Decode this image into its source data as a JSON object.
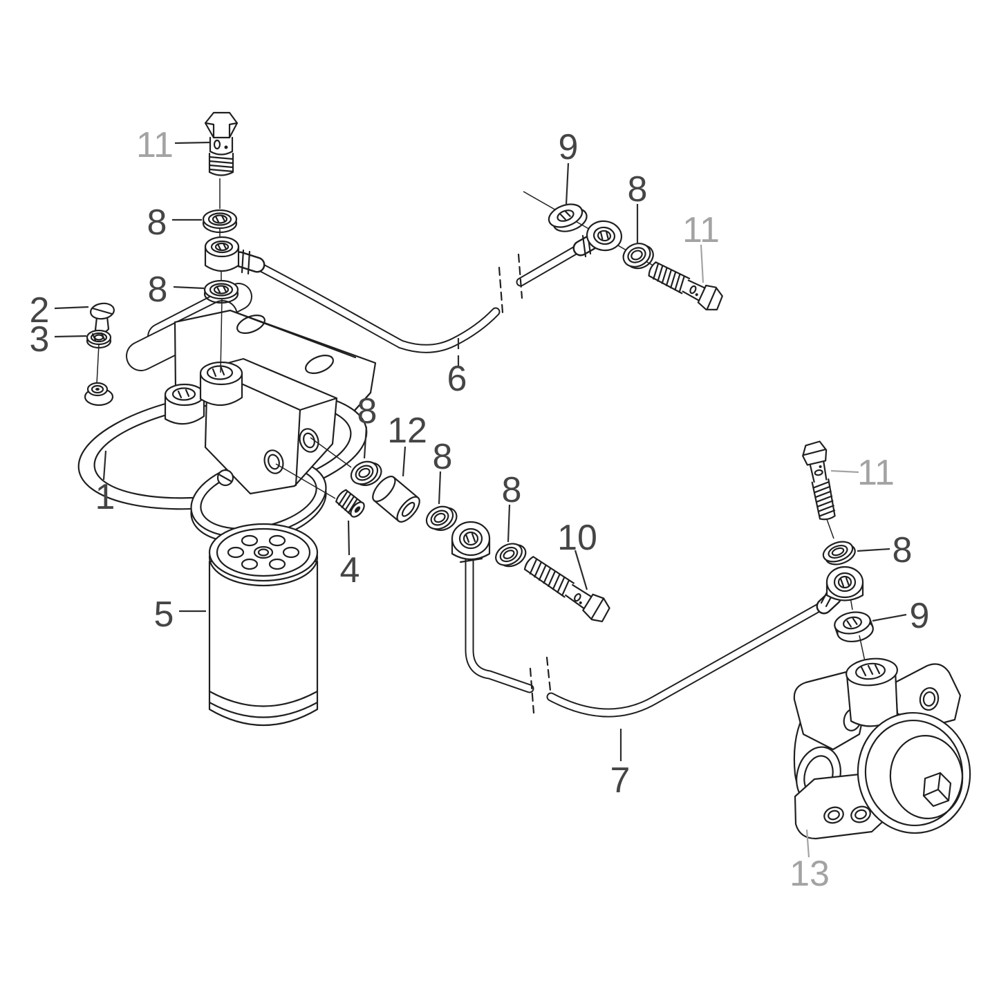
{
  "diagram": {
    "kind": "exploded-parts-diagram",
    "background_color": "#ffffff",
    "line_color": "#1f1f1f",
    "label_color_dark": "#454545",
    "label_color_light": "#a3a3a3",
    "callouts": {
      "c1": {
        "text": "11"
      },
      "c2": {
        "text": "8"
      },
      "c3": {
        "text": "8"
      },
      "c4": {
        "text": "2"
      },
      "c5": {
        "text": "3"
      },
      "c6": {
        "text": "1"
      },
      "c7": {
        "text": "9"
      },
      "c8": {
        "text": "8"
      },
      "c9": {
        "text": "11"
      },
      "c10": {
        "text": "6"
      },
      "c11": {
        "text": "8"
      },
      "c12": {
        "text": "12"
      },
      "c13": {
        "text": "8"
      },
      "c14": {
        "text": "8"
      },
      "c15": {
        "text": "10"
      },
      "c16": {
        "text": "4"
      },
      "c17": {
        "text": "5"
      },
      "c18": {
        "text": "11"
      },
      "c19": {
        "text": "8"
      },
      "c20": {
        "text": "9"
      },
      "c21": {
        "text": "7"
      },
      "c22": {
        "text": "13"
      }
    }
  }
}
